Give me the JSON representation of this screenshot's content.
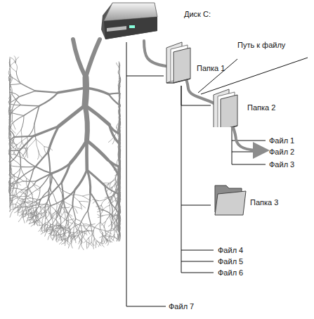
{
  "diagram": {
    "nodes": [
      {
        "text": [
          "Диск С:"
        ]
      },
      {
        "text": [
          "Папка 1"
        ]
      },
      {
        "text": [
          "Папка 2"
        ]
      },
      {
        "text": [
          "Папка 3"
        ]
      }
    ],
    "edges": [
      {
        "from": 0,
        "to": 1,
        "arrow": "none"
      },
      {
        "from": 1,
        "to": 2,
        "arrow": "none"
      },
      {
        "from": 1,
        "to": 3,
        "arrow": "none"
      }
    ],
    "labels": [
      "Путь к файлу",
      "Файл 1",
      "Файл 2",
      "Файл 3",
      "Файл 4",
      "Файл 5",
      "Файл 6",
      "Файл 7"
    ]
  }
}
